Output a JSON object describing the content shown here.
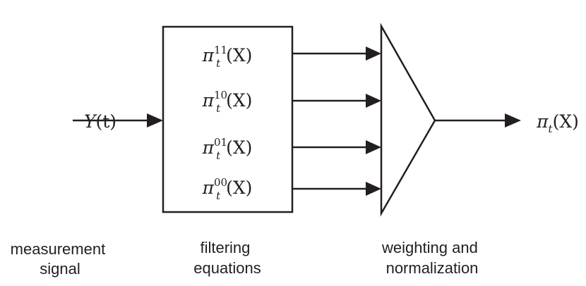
{
  "input": {
    "base": "Y",
    "arg": "(t)"
  },
  "filter_outputs": [
    {
      "base": "π",
      "sub": "t",
      "sup": "11",
      "arg": "(X)"
    },
    {
      "base": "π",
      "sub": "t",
      "sup": "10",
      "arg": "(X)"
    },
    {
      "base": "π",
      "sub": "t",
      "sup": "01",
      "arg": "(X)"
    },
    {
      "base": "π",
      "sub": "t",
      "sup": "00",
      "arg": "(X)"
    }
  ],
  "output": {
    "base": "π",
    "sub": "t",
    "arg": "(X)"
  },
  "captions": {
    "measurement": [
      "measurement",
      "signal"
    ],
    "filtering": [
      "filtering",
      "equations"
    ],
    "weighting": [
      "weighting and",
      "normalization"
    ]
  }
}
